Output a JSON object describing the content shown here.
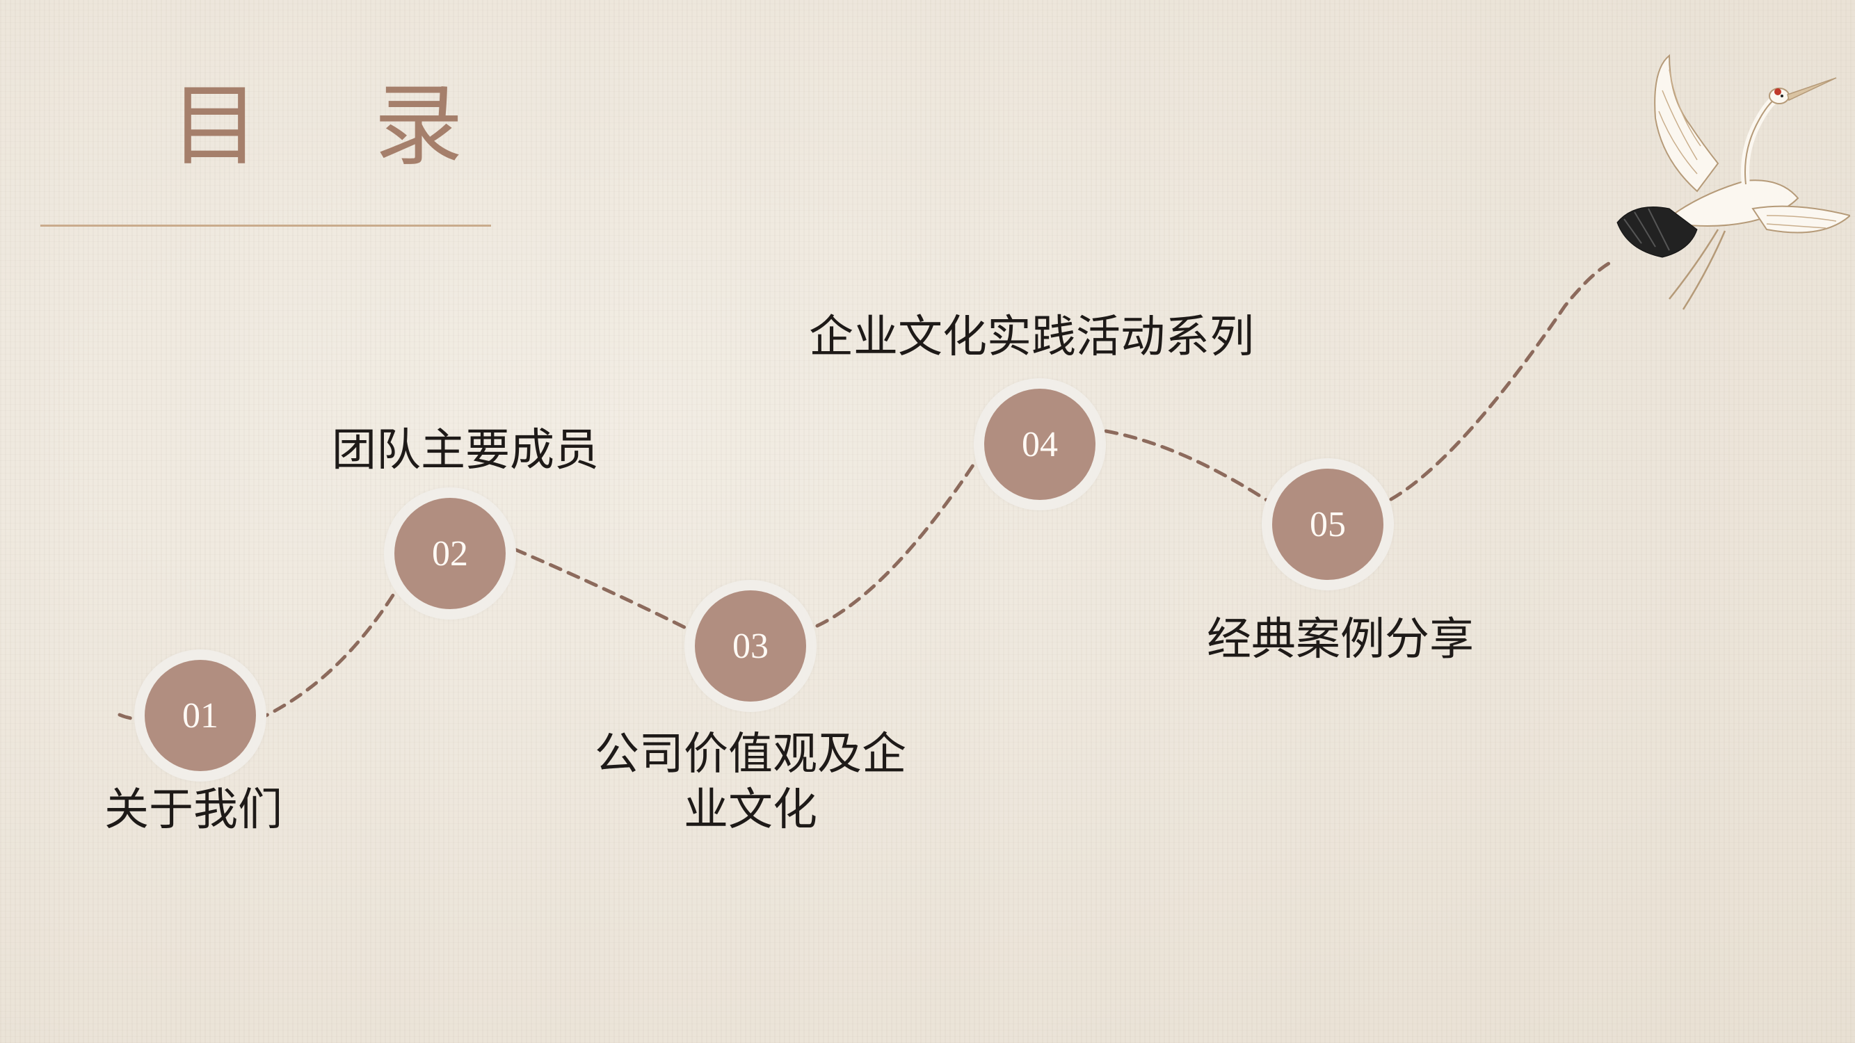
{
  "title": "目  录",
  "items": [
    {
      "num": "01",
      "label": "关于我们"
    },
    {
      "num": "02",
      "label": "团队主要成员"
    },
    {
      "num": "03",
      "label_line1": "公司价值观及企",
      "label_line2": "业文化"
    },
    {
      "num": "04",
      "label": "企业文化实践活动系列"
    },
    {
      "num": "05",
      "label": "经典案例分享"
    }
  ],
  "colors": {
    "accent": "#b18e80",
    "title": "#a57f6b",
    "background": "#efe9df",
    "path": "#8c6a5c"
  },
  "decoration": "crane-illustration"
}
